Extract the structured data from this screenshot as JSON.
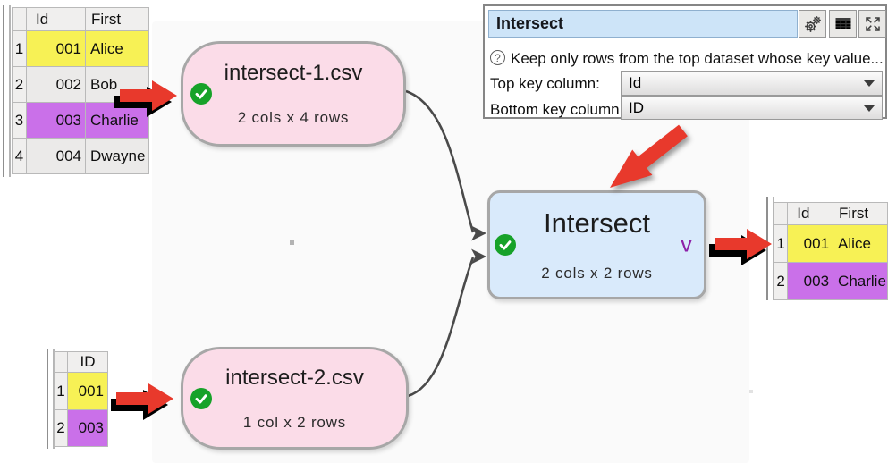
{
  "canvas": {
    "nodes": [
      {
        "title": "intersect-1.csv",
        "subtitle": "2 cols x 4 rows",
        "type": "input"
      },
      {
        "title": "intersect-2.csv",
        "subtitle": "1 col x 2 rows",
        "type": "input"
      },
      {
        "title": "Intersect",
        "subtitle": "2 cols x 2 rows",
        "type": "transform",
        "marker": "v"
      }
    ]
  },
  "panel": {
    "title_value": "Intersect",
    "help_text": "Keep only rows from the top dataset whose key value...",
    "top_key_label": "Top key column:",
    "top_key_value": "Id",
    "bottom_key_label": "Bottom key column:",
    "bottom_key_value": "ID",
    "help_glyph": "?"
  },
  "tables": {
    "top_left": {
      "headers": {
        "id": "Id",
        "first": "First"
      },
      "rows": [
        {
          "num": "1",
          "id": "001",
          "first": "Alice",
          "highlight": "yellow"
        },
        {
          "num": "2",
          "id": "002",
          "first": "Bob",
          "highlight": "none"
        },
        {
          "num": "3",
          "id": "003",
          "first": "Charlie",
          "highlight": "purple"
        },
        {
          "num": "4",
          "id": "004",
          "first": "Dwayne",
          "highlight": "none"
        }
      ]
    },
    "bottom_left": {
      "headers": {
        "id": "ID"
      },
      "rows": [
        {
          "num": "1",
          "id": "001",
          "highlight": "yellow"
        },
        {
          "num": "2",
          "id": "003",
          "highlight": "purple"
        }
      ]
    },
    "output": {
      "headers": {
        "id": "Id",
        "first": "First"
      },
      "rows": [
        {
          "num": "1",
          "id": "001",
          "first": "Alice",
          "highlight": "yellow"
        },
        {
          "num": "2",
          "id": "003",
          "first": "Charlie",
          "highlight": "purple"
        }
      ]
    }
  },
  "icons": {
    "settings": "gear-pair-icon",
    "table_view": "table-grid-icon",
    "maximize": "expand-arrows-icon",
    "help": "question-circle-icon",
    "status_ok": "check-circle-icon",
    "dropdown": "caret-down-icon",
    "annotation": "red-arrow"
  },
  "colors": {
    "canvas_bg": "#fafafa",
    "input_node_fill": "#fbdce8",
    "transform_node_fill": "#d9eafb",
    "node_border": "#a7a7a7",
    "status_green": "#17a229",
    "highlight_yellow": "#f7f155",
    "highlight_purple": "#ca70e9",
    "annotation_red": "#e8392c",
    "marker_purple": "#8d21a8",
    "title_field_bg": "#cde4f8"
  }
}
